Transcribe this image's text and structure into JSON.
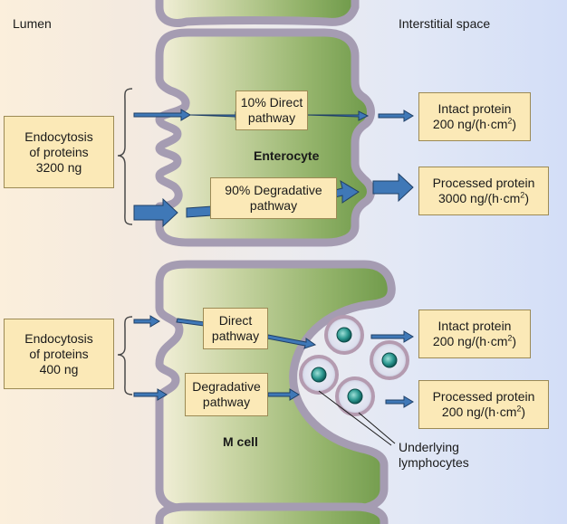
{
  "regions": {
    "lumen": "Lumen",
    "interstitial": "Interstitial space"
  },
  "enterocyte": {
    "cell_label": "Enterocyte",
    "endocytosis": [
      "Endocytosis",
      "of proteins",
      "3200 ng"
    ],
    "direct_pathway": [
      "10% Direct",
      "pathway"
    ],
    "degradative_pathway": [
      "90% Degradative",
      "pathway"
    ],
    "intact_output": {
      "line1": "Intact protein",
      "line2": "200 ng/(h·cm",
      "sup": "2",
      "close": ")"
    },
    "processed_output": {
      "line1": "Processed protein",
      "line2": "3000 ng/(h·cm",
      "sup": "2",
      "close": ")"
    }
  },
  "mcell": {
    "cell_label": "M cell",
    "endocytosis": [
      "Endocytosis",
      "of proteins",
      "400 ng"
    ],
    "direct_pathway": [
      "Direct",
      "pathway"
    ],
    "degradative_pathway": [
      "Degradative",
      "pathway"
    ],
    "intact_output": {
      "line1": "Intact protein",
      "line2": "200 ng/(h·cm",
      "sup": "2",
      "close": ")"
    },
    "processed_output": {
      "line1": "Processed protein",
      "line2": "200 ng/(h·cm",
      "sup": "2",
      "close": ")"
    },
    "lymphocytes_label": [
      "Underlying",
      "lymphocytes"
    ]
  },
  "colors": {
    "box_fill": "#fbe9b7",
    "arrow_fill": "#3f78b7",
    "membrane": "#a59cb2",
    "cytoplasm": "#93b36a"
  }
}
